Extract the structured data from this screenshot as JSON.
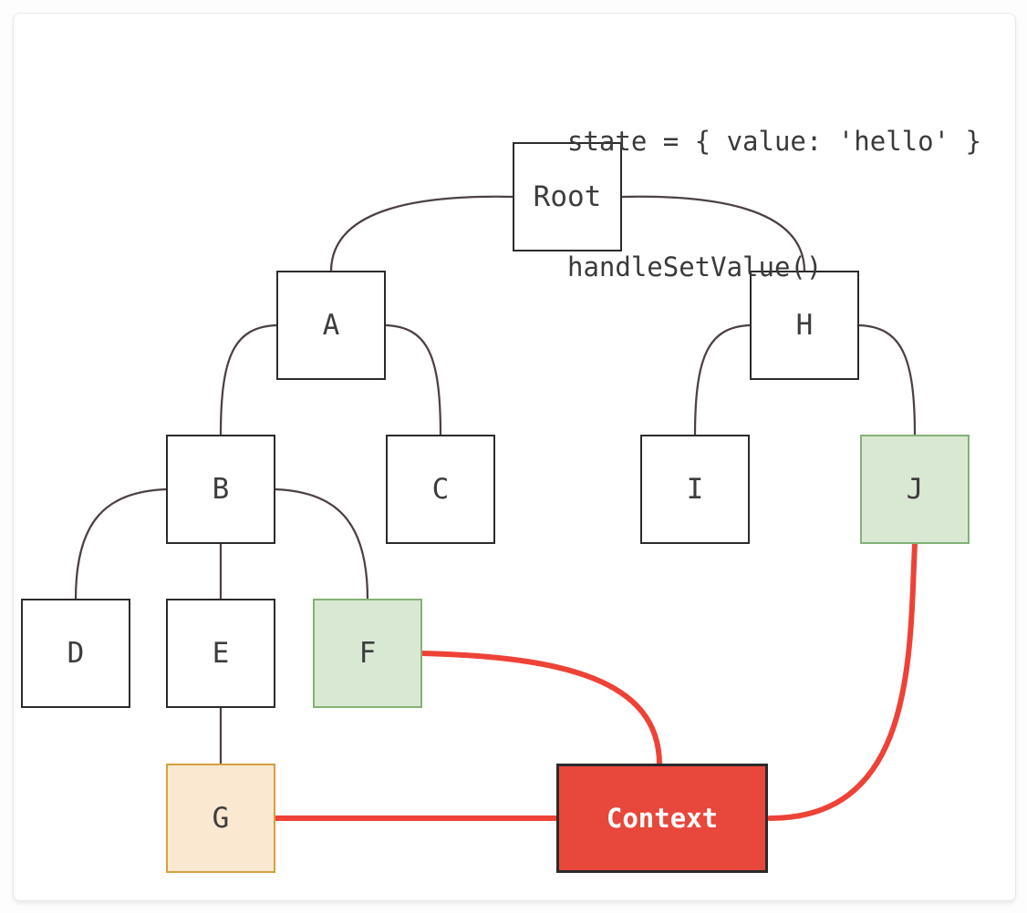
{
  "annotation": {
    "line1": "state = { value: 'hello' }",
    "line2": "handleSetValue()"
  },
  "nodes": {
    "root": {
      "label": "Root",
      "variant": "default"
    },
    "a": {
      "label": "A",
      "variant": "default"
    },
    "b": {
      "label": "B",
      "variant": "default"
    },
    "c": {
      "label": "C",
      "variant": "default"
    },
    "d": {
      "label": "D",
      "variant": "default"
    },
    "e": {
      "label": "E",
      "variant": "default"
    },
    "f": {
      "label": "F",
      "variant": "green-highlight"
    },
    "g": {
      "label": "G",
      "variant": "orange-highlight"
    },
    "h": {
      "label": "H",
      "variant": "default"
    },
    "i": {
      "label": "I",
      "variant": "default"
    },
    "j": {
      "label": "J",
      "variant": "green-highlight"
    },
    "context": {
      "label": "Context",
      "variant": "red-context"
    }
  },
  "edges": {
    "tree": [
      {
        "from": "Root",
        "to": "A"
      },
      {
        "from": "Root",
        "to": "H"
      },
      {
        "from": "A",
        "to": "B"
      },
      {
        "from": "A",
        "to": "C"
      },
      {
        "from": "B",
        "to": "D"
      },
      {
        "from": "B",
        "to": "E"
      },
      {
        "from": "B",
        "to": "F"
      },
      {
        "from": "E",
        "to": "G"
      },
      {
        "from": "H",
        "to": "I"
      },
      {
        "from": "H",
        "to": "J"
      }
    ],
    "context": [
      {
        "from": "F",
        "to": "Context"
      },
      {
        "from": "G",
        "to": "Context"
      },
      {
        "from": "J",
        "to": "Context"
      }
    ]
  },
  "colors": {
    "tree_edge": "#4d4045",
    "context_edge": "#ee4237",
    "green_fill": "#d9e8d3",
    "green_border": "#84b177",
    "orange_fill": "#fae8d0",
    "orange_border": "#d4a041",
    "red_fill": "#e8473b",
    "node_border": "#2b2b2b",
    "label": "#3d3d3d"
  }
}
